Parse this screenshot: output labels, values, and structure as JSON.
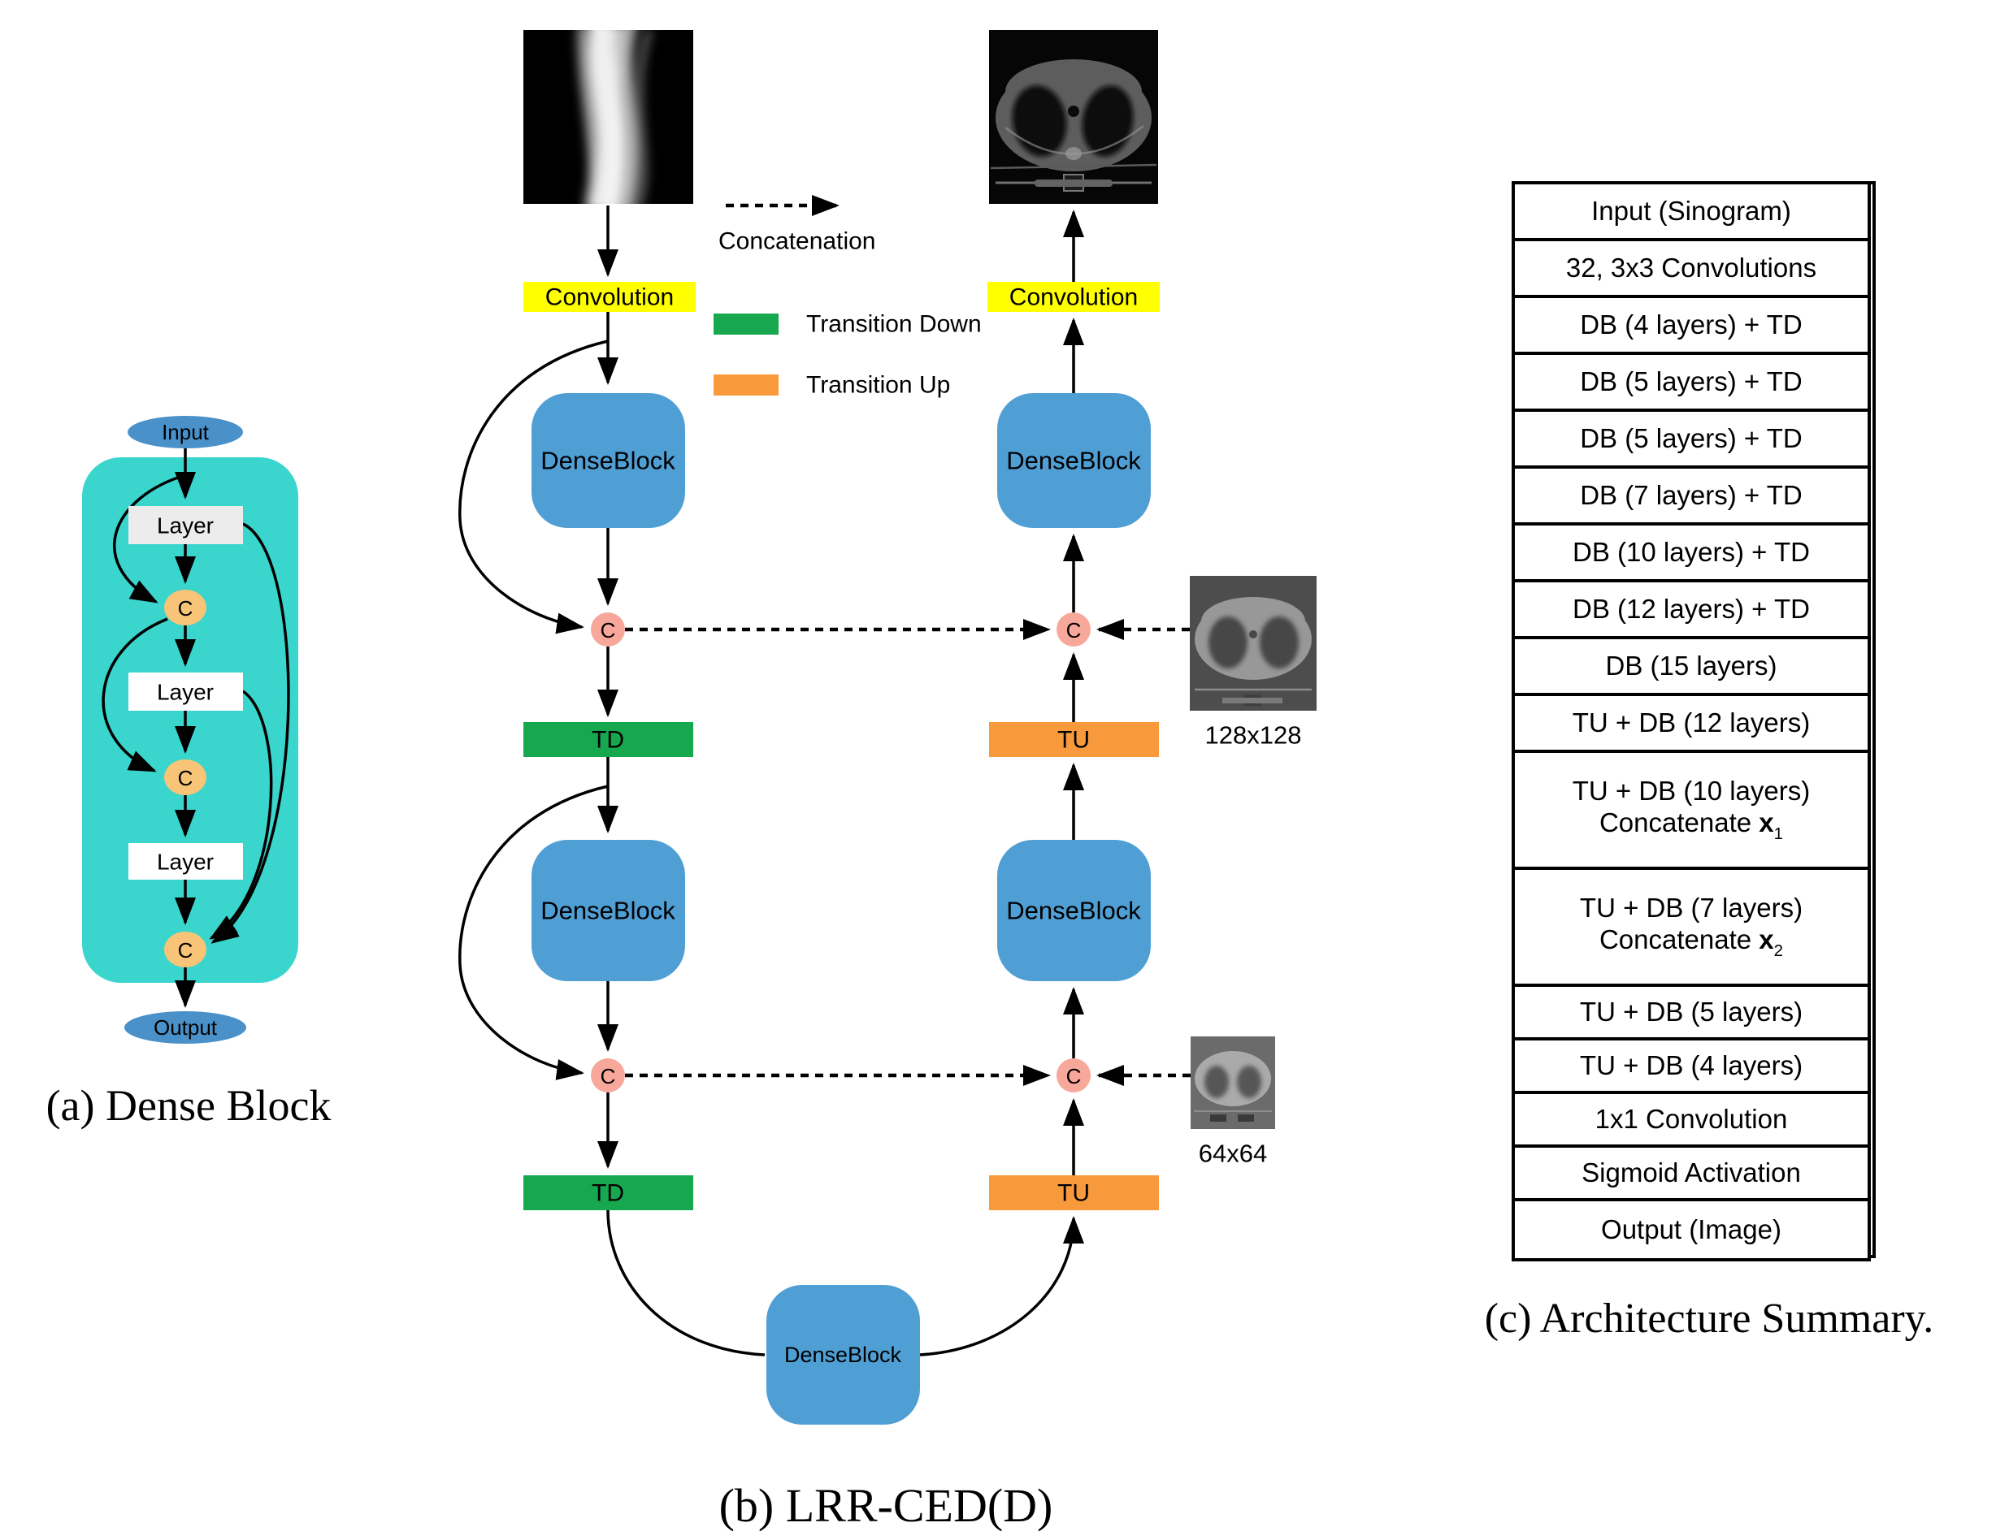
{
  "panel_a": {
    "caption": "(a) Dense Block",
    "input": "Input",
    "output": "Output",
    "layer": "Layer",
    "c": "C"
  },
  "panel_b": {
    "caption": "(b) LRR-CED(D)",
    "convolution": "Convolution",
    "denseblock": "DenseBlock",
    "td": "TD",
    "tu": "TU",
    "c": "C",
    "skip1_label": "128x128",
    "skip2_label": "64x64",
    "legend": {
      "concatenation": "Concatenation",
      "transition_down": "Transition Down",
      "transition_up": "Transition Up"
    }
  },
  "panel_c": {
    "caption": "(c) Architecture Summary.",
    "rows": [
      {
        "text": "Input (Sinogram)"
      },
      {
        "text": "32, 3x3 Convolutions"
      },
      {
        "text": "DB (4 layers) + TD"
      },
      {
        "text": "DB (5 layers) + TD"
      },
      {
        "text": "DB (5 layers) + TD"
      },
      {
        "text": "DB (7 layers) + TD"
      },
      {
        "text": "DB (10 layers) + TD"
      },
      {
        "text": "DB (12 layers) + TD"
      },
      {
        "text": "DB (15 layers)"
      },
      {
        "text": "TU + DB (12 layers)"
      },
      {
        "text": "TU + DB (10 layers)",
        "line2": "Concatenate ",
        "var": "x",
        "sub": "1"
      },
      {
        "text": "TU + DB (7 layers)",
        "line2": "Concatenate ",
        "var": "x",
        "sub": "2"
      },
      {
        "text": "TU + DB (5 layers)"
      },
      {
        "text": "TU + DB (4 layers)"
      },
      {
        "text": "1x1 Convolution"
      },
      {
        "text": "Sigmoid Activation"
      },
      {
        "text": "Output (Image)"
      }
    ]
  },
  "colors": {
    "dense_block_teal": "#3ad5cd",
    "denseblock_blue": "#4f9fd5",
    "io_ellipse_blue": "#4a90c9",
    "concat_orange": "#f8c478",
    "concat_pink": "#f7a89b",
    "convolution_yellow": "#ffff00",
    "transition_down_green": "#17a74e",
    "transition_up_orange": "#f89a3c"
  }
}
